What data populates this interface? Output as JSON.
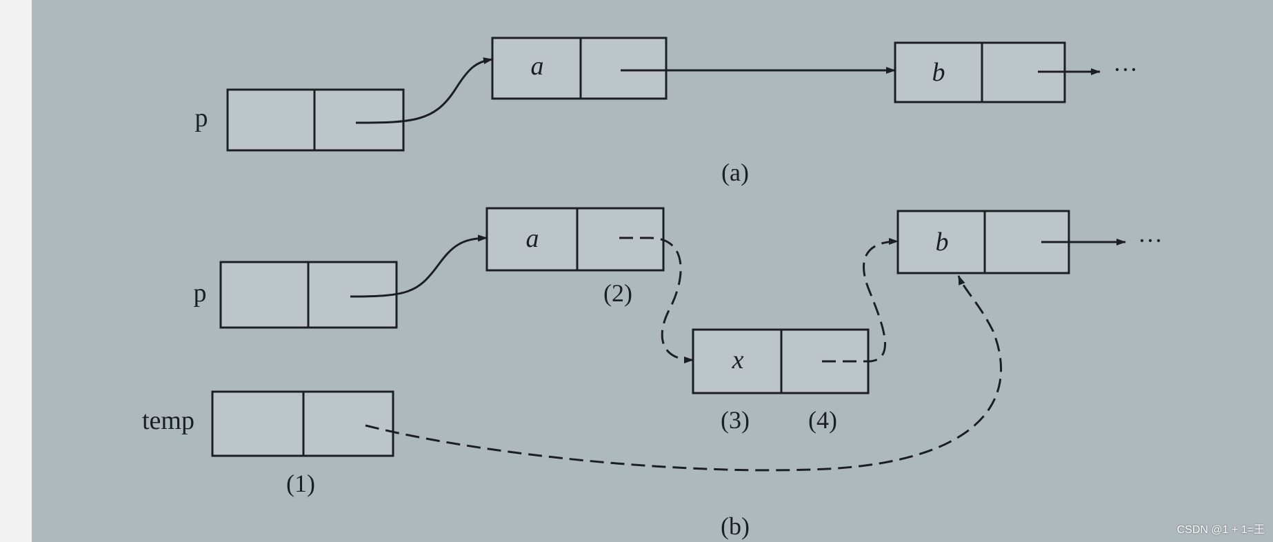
{
  "diagram": {
    "panel_a": {
      "pointer_label": "p",
      "node_a_value": "a",
      "node_b_value": "b",
      "ellipsis": "···",
      "caption": "(a)"
    },
    "panel_b": {
      "pointer_label": "p",
      "temp_label": "temp",
      "node_a_value": "a",
      "node_x_value": "x",
      "node_b_value": "b",
      "ellipsis": "···",
      "step_1": "(1)",
      "step_2": "(2)",
      "step_3": "(3)",
      "step_4": "(4)",
      "caption": "(b)"
    }
  },
  "colors": {
    "page_background": "#aeb9bd",
    "node_fill": "#bcc6ca",
    "ink": "#1b1f22"
  },
  "watermark": "CSDN @1 + 1=王"
}
